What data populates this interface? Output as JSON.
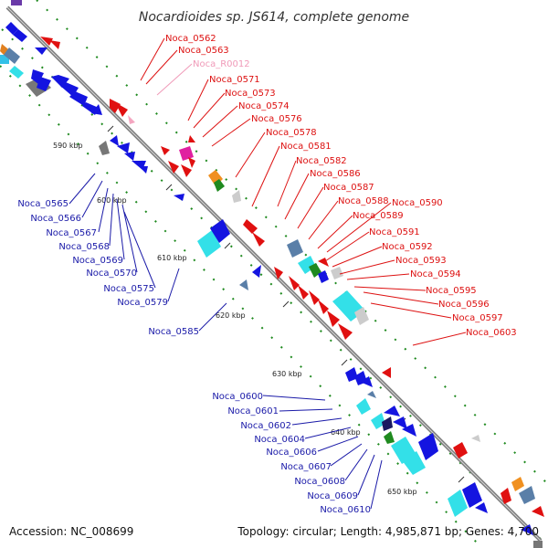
{
  "title": "Nocardioides sp. JS614, complete genome",
  "footer": {
    "accession": "Accession: NC_008699",
    "summary": "Topology: circular; Length: 4,985,871 bp; Genes: 4,700"
  },
  "colors": {
    "forward_cds": "#e01010",
    "reverse_cds": "#1414e0",
    "rna": "#f4a6c0",
    "backbone": "#888888",
    "tick_green": "#1f8a1f",
    "cyan": "#33e0e8",
    "slate": "#5a7fa8",
    "gray": "#777777",
    "magenta": "#e020a0",
    "orange": "#f09020"
  },
  "kbp_labels": [
    "590 kbp",
    "600 kbp",
    "610 kbp",
    "620 kbp",
    "630 kbp",
    "640 kbp",
    "650 kbp"
  ],
  "labels_red": [
    "Noca_0562",
    "Noca_0563",
    "Noca_0571",
    "Noca_0573",
    "Noca_0574",
    "Noca_0576",
    "Noca_0578",
    "Noca_0581",
    "Noca_0582",
    "Noca_0586",
    "Noca_0587",
    "Noca_0588",
    "Noca_0589",
    "Noca_0590",
    "Noca_0591",
    "Noca_0592",
    "Noca_0593",
    "Noca_0594",
    "Noca_0595",
    "Noca_0596",
    "Noca_0597",
    "Noca_0603"
  ],
  "labels_pink": [
    "Noca_R0012"
  ],
  "labels_blue": [
    "Noca_0565",
    "Noca_0566",
    "Noca_0567",
    "Noca_0568",
    "Noca_0569",
    "Noca_0570",
    "Noca_0575",
    "Noca_0579",
    "Noca_0585",
    "Noca_0600",
    "Noca_0601",
    "Noca_0602",
    "Noca_0604",
    "Noca_0606",
    "Noca_0607",
    "Noca_0608",
    "Noca_0609",
    "Noca_0610"
  ]
}
